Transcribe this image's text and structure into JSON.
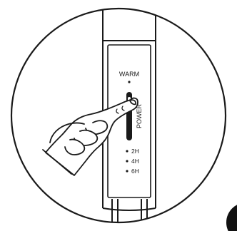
{
  "device": {
    "label_warm": "WARM",
    "label_power": "POWER",
    "timer_options": [
      "2H",
      "4H",
      "6H"
    ]
  },
  "colors": {
    "ink": "#1a1a1a",
    "paper": "#ffffff"
  },
  "icons": {
    "hand": "pointing-hand-icon",
    "indicator": "dot-icon"
  }
}
